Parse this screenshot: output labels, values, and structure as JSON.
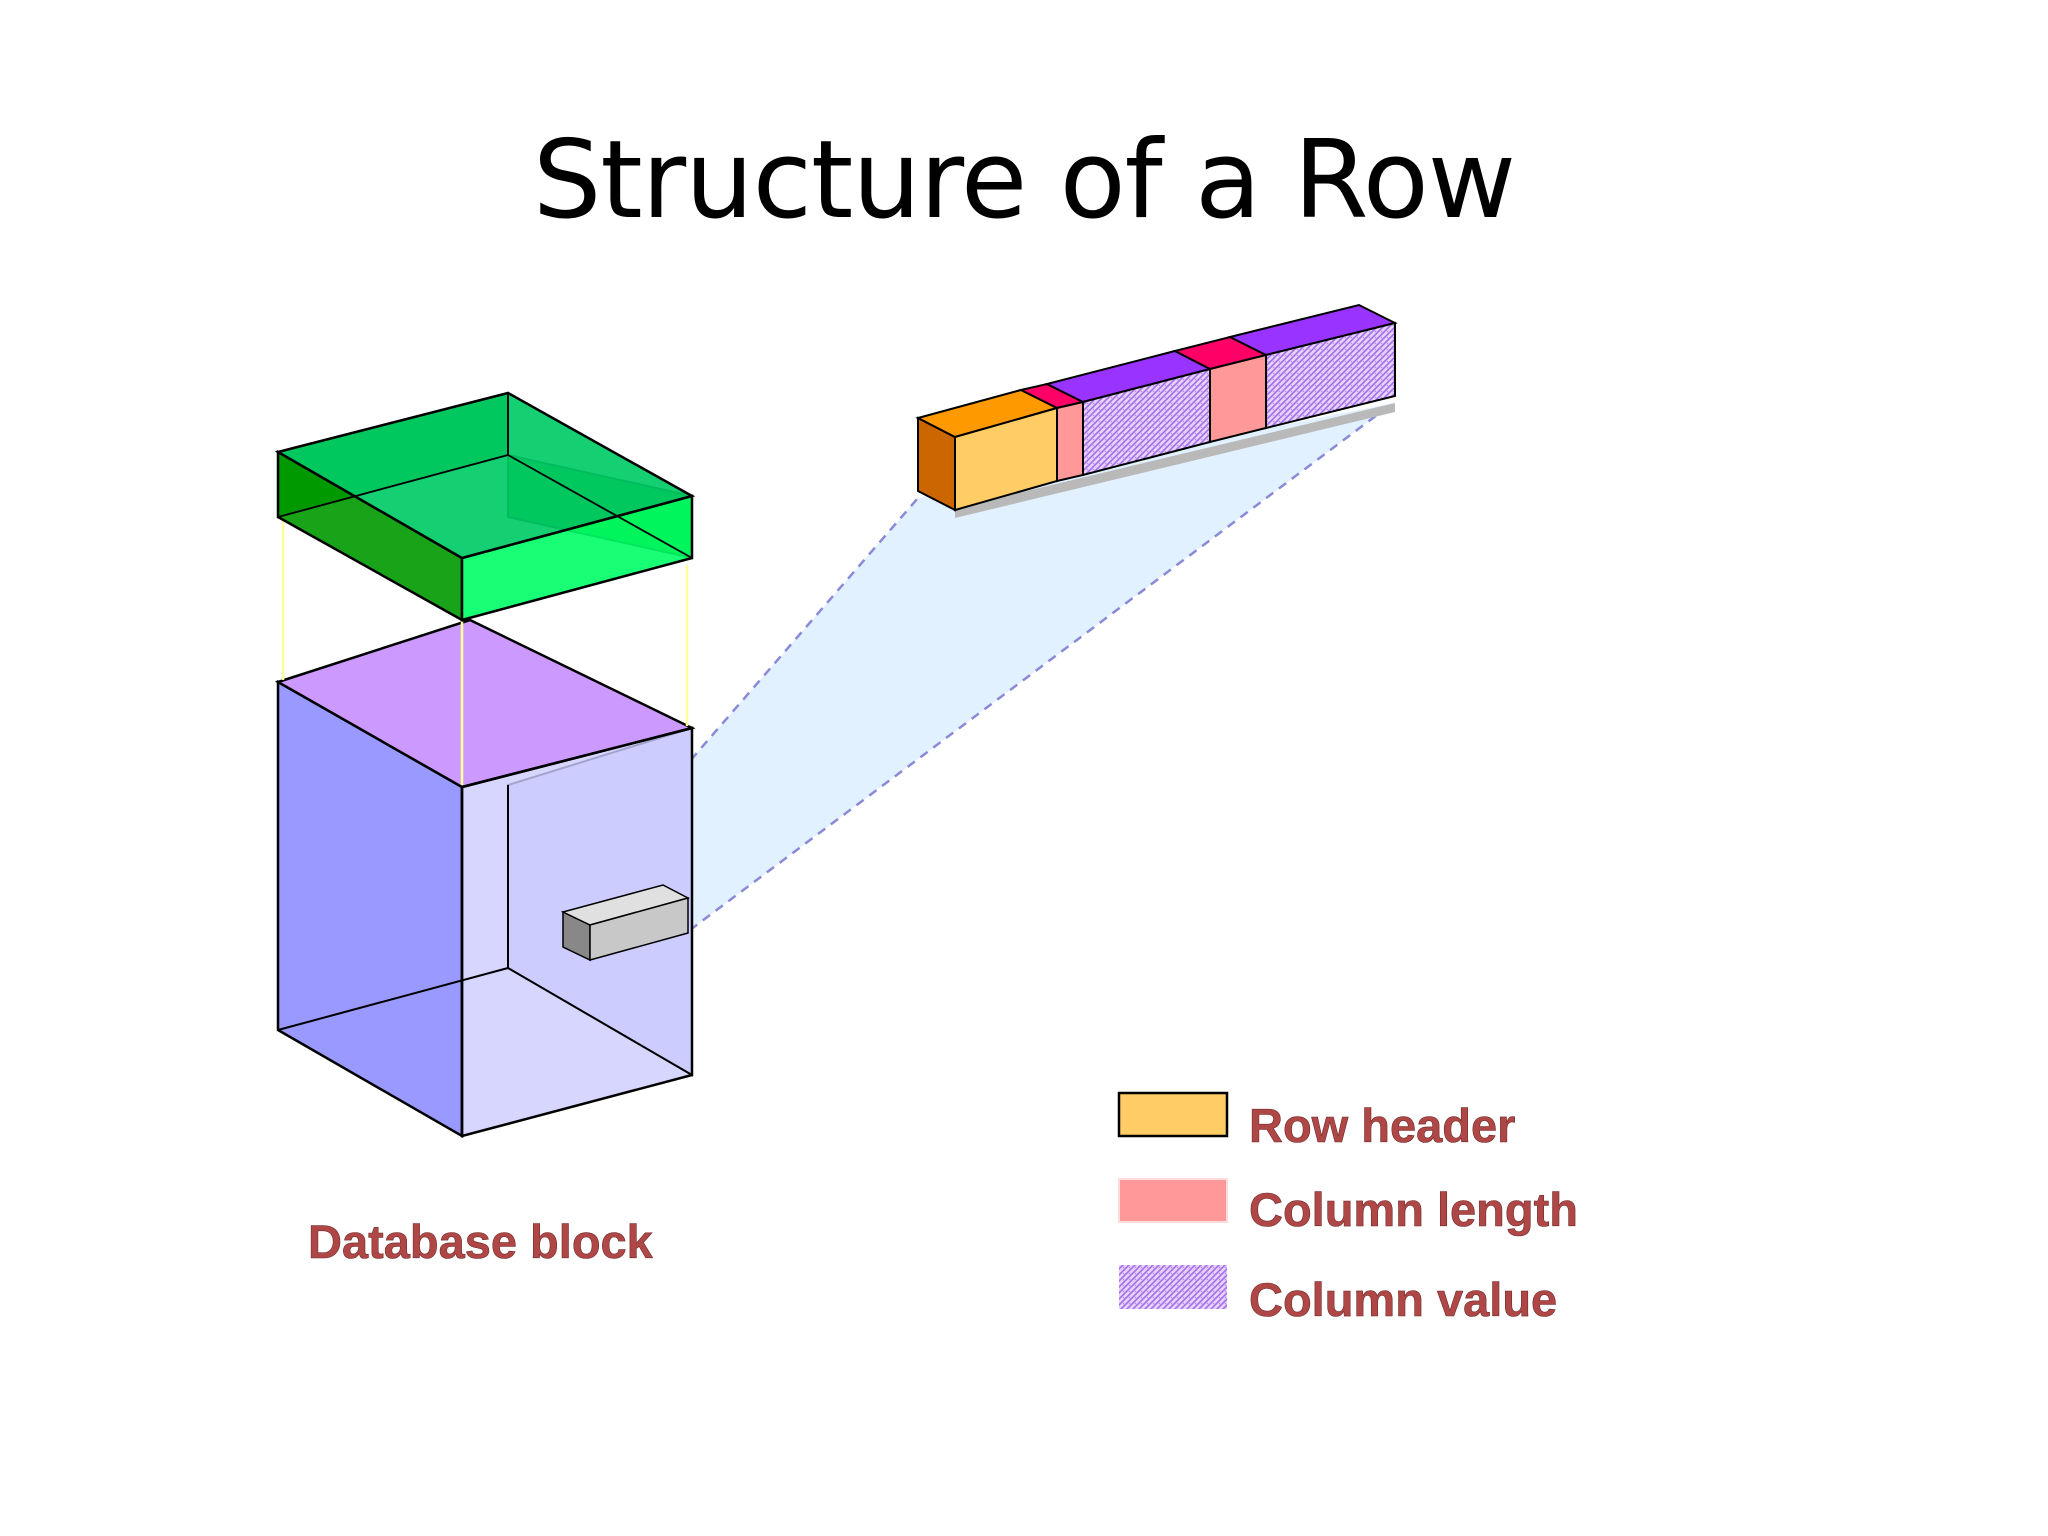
{
  "slide": {
    "title": "Structure of a Row"
  },
  "diagram": {
    "block_label": "Database block",
    "legend": [
      {
        "label": "Row header",
        "color": "#ffcc66"
      },
      {
        "label": "Column length",
        "color": "#ff9999"
      },
      {
        "label": "Column value",
        "color": "#cc99ff",
        "pattern": "hatched"
      }
    ],
    "colors": {
      "block_header_top": "#00cc66",
      "block_header_side": "#009900",
      "block_header_front": "#00ff66",
      "block_top": "#cc99ff",
      "block_left": "#9999ff",
      "block_right": "#ccccff",
      "row_header": "#ffcc66",
      "row_header_side": "#cc6600",
      "row_header_top": "#ff9900",
      "column_length": "#ff9999",
      "column_length_top": "#ff0066",
      "column_value_top": "#9933ff",
      "projection": "#ddeeff",
      "label_text": "#b04747"
    }
  }
}
